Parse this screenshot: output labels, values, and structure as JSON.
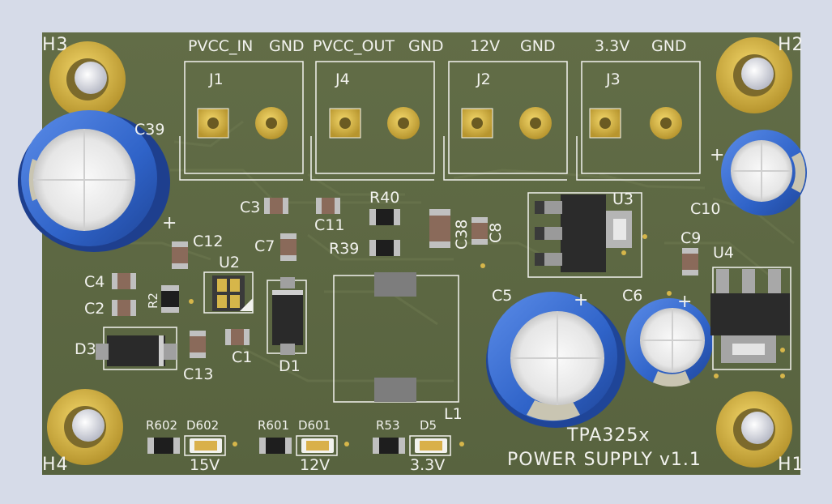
{
  "colors": {
    "board": "#5d6843",
    "silkscreen": "#f2f2ee",
    "gold": "#d6b64a",
    "capacitor_blue": "#2f63c8",
    "background": "#d6dbe8"
  },
  "mount_holes": [
    {
      "ref": "H1"
    },
    {
      "ref": "H2"
    },
    {
      "ref": "H3"
    },
    {
      "ref": "H4"
    }
  ],
  "connectors": [
    {
      "ref": "J1",
      "pin1": "PVCC_IN",
      "pin2": "GND"
    },
    {
      "ref": "J4",
      "pin1": "PVCC_OUT",
      "pin2": "GND"
    },
    {
      "ref": "J2",
      "pin1": "12V",
      "pin2": "GND"
    },
    {
      "ref": "J3",
      "pin1": "3.3V",
      "pin2": "GND"
    }
  ],
  "electrolytic_caps": [
    {
      "ref": "C39"
    },
    {
      "ref": "C10"
    },
    {
      "ref": "C5"
    },
    {
      "ref": "C6"
    }
  ],
  "components": {
    "U2": "U2",
    "U3": "U3",
    "U4": "U4",
    "L1": "L1",
    "D1": "D1",
    "D3": "D3",
    "C1": "C1",
    "C2": "C2",
    "C3": "C3",
    "C4": "C4",
    "C7": "C7",
    "C8": "C8",
    "C9": "C9",
    "C11": "C11",
    "C12": "C12",
    "C13": "C13",
    "C38": "C38",
    "R2": "R2",
    "R39": "R39",
    "R40": "R40",
    "R53": "R53",
    "R601": "R601",
    "R602": "R602",
    "D5": "D5",
    "D601": "D601",
    "D602": "D602"
  },
  "led_labels": {
    "v15": "15V",
    "v12": "12V",
    "v33": "3.3V"
  },
  "plus_sign": "+",
  "board_title": {
    "line1": "TPA325x",
    "line2": "POWER SUPPLY v1.1"
  }
}
